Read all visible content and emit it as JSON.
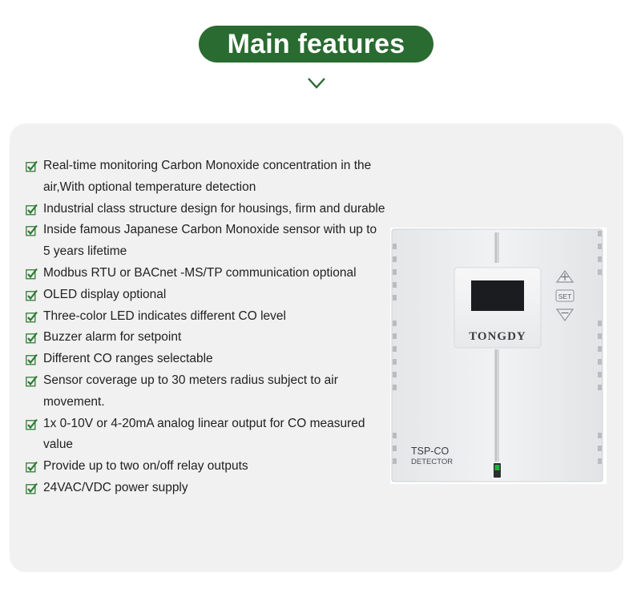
{
  "header": {
    "title": "Main features",
    "chevron_icon": "chevron-down-icon"
  },
  "colors": {
    "accent_green": "#2a6b31",
    "panel_background": "#f1f1f1",
    "check_green": "#2f7a33"
  },
  "features": [
    "Real-time monitoring Carbon Monoxide concentration in the air,With optional temperature detection",
    "Industrial class structure design for housings, firm and durable",
    "Inside famous Japanese Carbon Monoxide sensor with up to 5 years lifetime",
    "Modbus RTU or BACnet -MS/TP communication optional",
    "OLED display optional",
    "Three-color LED indicates different CO level",
    "Buzzer alarm for setpoint",
    "Different CO ranges selectable",
    "Sensor coverage up to 30 meters radius subject to air movement.",
    "1x 0-10V or 4-20mA analog linear output for CO measured value",
    "Provide up to two on/off relay outputs",
    "24VAC/VDC power supply"
  ],
  "device": {
    "brand": "TONGDY",
    "set_button": "SET",
    "model": "TSP-CO",
    "subtitle": "DETECTOR",
    "up_icon": "plus-arrow-up-icon",
    "down_icon": "minus-arrow-down-icon",
    "led_color": "#1db33a"
  }
}
